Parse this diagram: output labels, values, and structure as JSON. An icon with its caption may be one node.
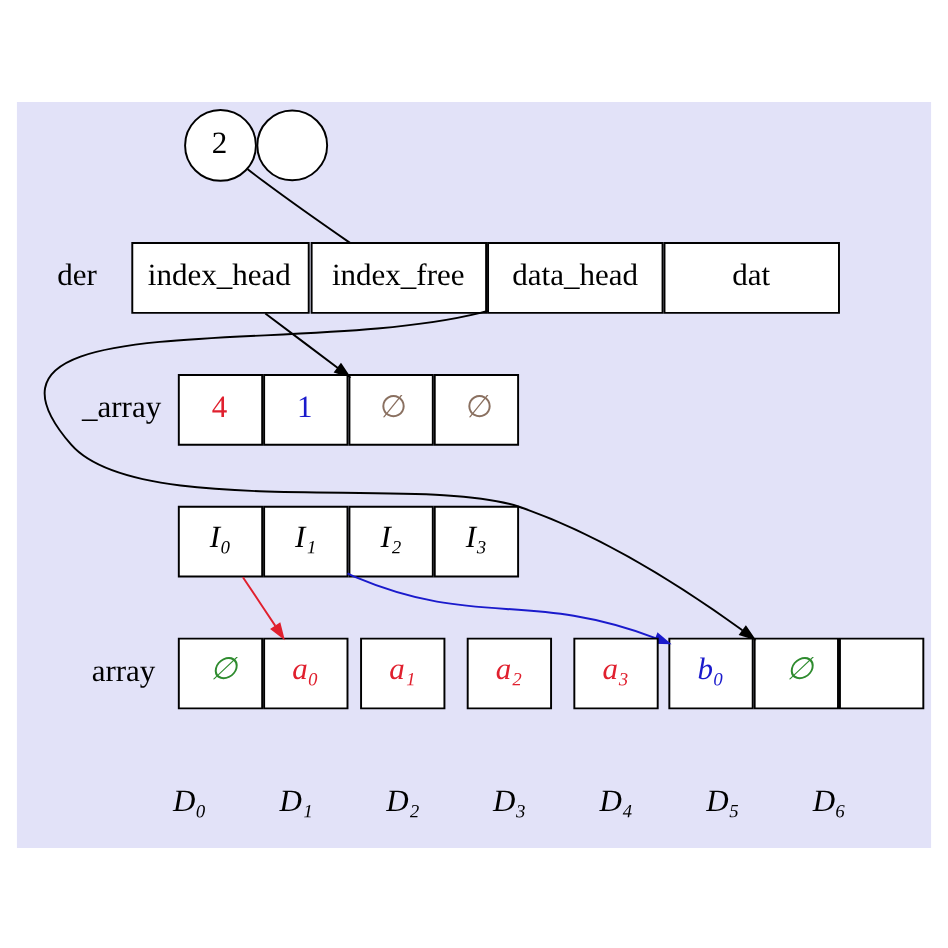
{
  "diagram": {
    "nodes": [
      {
        "text": [
          "2"
        ]
      },
      {
        "text": [
          "index_head"
        ]
      },
      {
        "text": [
          "index_free"
        ]
      },
      {
        "text": [
          "data_head"
        ]
      },
      {
        "text": [
          "dat"
        ]
      },
      {
        "text": [],
        "shape": "circle"
      },
      {
        "text": [
          "4"
        ]
      },
      {
        "text": [
          "1"
        ]
      },
      {
        "text": [
          "∅"
        ]
      },
      {
        "text": [
          "∅"
        ]
      },
      {
        "text": [
          "I₀"
        ]
      },
      {
        "text": [
          "I₁"
        ]
      },
      {
        "text": [
          "I₂"
        ]
      },
      {
        "text": [
          "I₃"
        ]
      },
      {
        "text": [
          "∅"
        ],
        "beside": [
          "D₀"
        ]
      },
      {
        "text": [
          "a₀"
        ],
        "beside": [
          "D₁"
        ]
      },
      {
        "text": [
          "a₁"
        ],
        "beside": [
          "D₂"
        ]
      },
      {
        "text": [
          "a₂"
        ],
        "beside": [
          "D₃"
        ]
      },
      {
        "text": [
          "a₃"
        ],
        "beside": [
          "D₄"
        ]
      },
      {
        "text": [
          "b₀"
        ],
        "beside": [
          "D₅"
        ]
      },
      {
        "text": [
          "∅"
        ],
        "beside": [
          "D₆"
        ]
      },
      {
        "text": [],
        "shape": "box"
      }
    ],
    "edges": [
      {
        "from": 0,
        "to": 2,
        "arrow": "none"
      },
      {
        "from": 1,
        "to": 8,
        "arrow": "to"
      },
      {
        "from": 3,
        "to": 20,
        "arrow": "to"
      },
      {
        "from": 10,
        "to": 15,
        "arrow": "to",
        "color": "#e0202e"
      },
      {
        "from": 11,
        "to": 19,
        "arrow": "to",
        "color": "#1a1acc"
      }
    ],
    "labels": [
      "der",
      "_array",
      "array"
    ]
  }
}
